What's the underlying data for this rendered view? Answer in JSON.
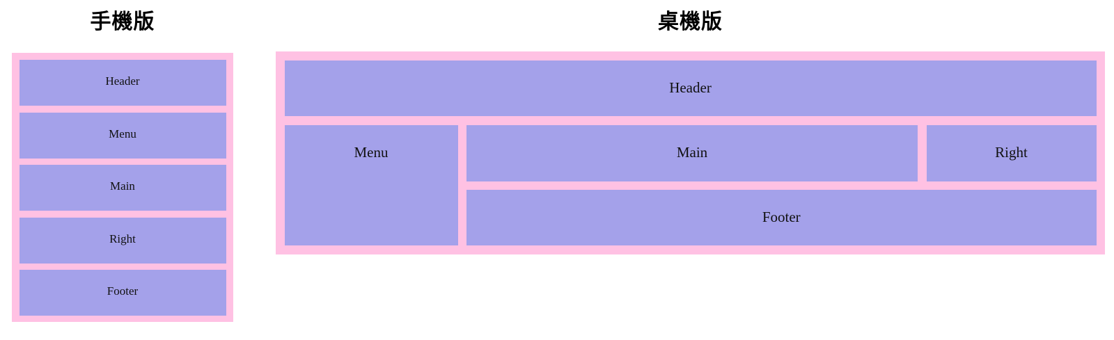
{
  "colors": {
    "container_pink": "#ffc1e3",
    "box_purple": "#a4a1ea",
    "label_text": "#111111"
  },
  "mobile": {
    "title": "手機版",
    "boxes": [
      {
        "label": "Header"
      },
      {
        "label": "Menu"
      },
      {
        "label": "Main"
      },
      {
        "label": "Right"
      },
      {
        "label": "Footer"
      }
    ]
  },
  "desktop": {
    "title": "桌機版",
    "areas": {
      "header": {
        "label": "Header"
      },
      "menu": {
        "label": "Menu"
      },
      "main": {
        "label": "Main"
      },
      "right": {
        "label": "Right"
      },
      "footer": {
        "label": "Footer"
      }
    }
  }
}
